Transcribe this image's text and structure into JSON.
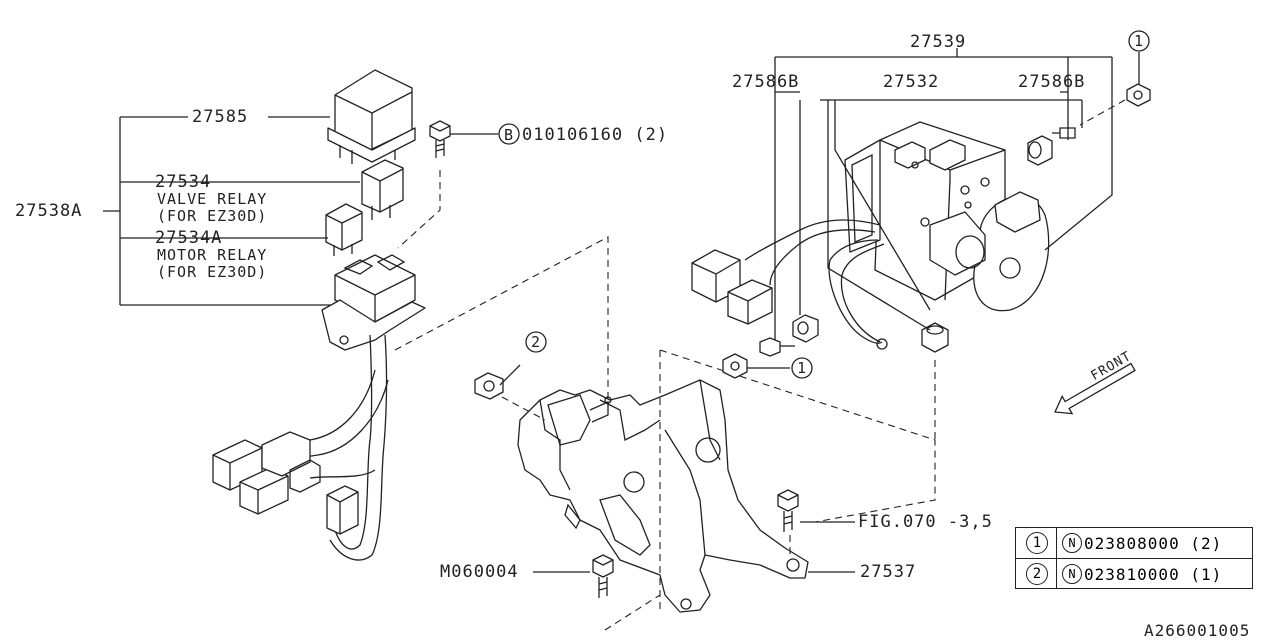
{
  "labels": {
    "p27585": "27585",
    "p27538a": "27538A",
    "p27534": "27534",
    "valve_relay": "VALVE RELAY",
    "for_ez30d_1": "(FOR EZ30D)",
    "p27534a": "27534A",
    "motor_relay": "MOTOR RELAY",
    "for_ez30d_2": "(FOR EZ30D)",
    "bolt_b_letter": "B",
    "bolt_b_code": "010106160 (2)",
    "p27539": "27539",
    "p27586b_left": "27586B",
    "p27532": "27532",
    "p27586b_right": "27586B",
    "callout_1_top": "1",
    "callout_1_mid": "1",
    "callout_2": "2",
    "front": "FRONT",
    "fig070": "FIG.070 -3,5",
    "m060004": "M060004",
    "p27537": "27537",
    "diagram_id": "A266001005"
  },
  "legend": {
    "rows": [
      {
        "num": "1",
        "n": "N",
        "code": "023808000 (2)"
      },
      {
        "num": "2",
        "n": "N",
        "code": "023810000 (1)"
      }
    ]
  }
}
